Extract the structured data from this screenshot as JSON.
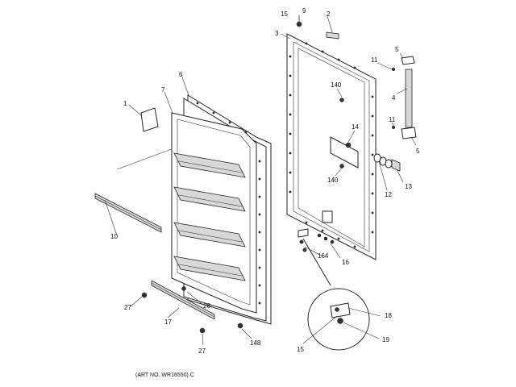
{
  "caption": "(ART NO. WR16550) C",
  "callouts": {
    "c9": "9",
    "c2": "2",
    "c15a": "15",
    "c3": "3",
    "c5a": "5",
    "c11a": "11",
    "c140a": "140",
    "c4": "4",
    "c11b": "11",
    "c14": "14",
    "c5b": "5",
    "c140b": "140",
    "c13": "13",
    "c12": "12",
    "c6": "6",
    "c7": "7",
    "c1": "1",
    "c10": "10",
    "c164": "164",
    "c16": "16",
    "c18": "18",
    "c19": "19",
    "c15b": "15",
    "c27a": "27",
    "c26": "26",
    "c17": "17",
    "c27b": "27",
    "c148": "148"
  }
}
